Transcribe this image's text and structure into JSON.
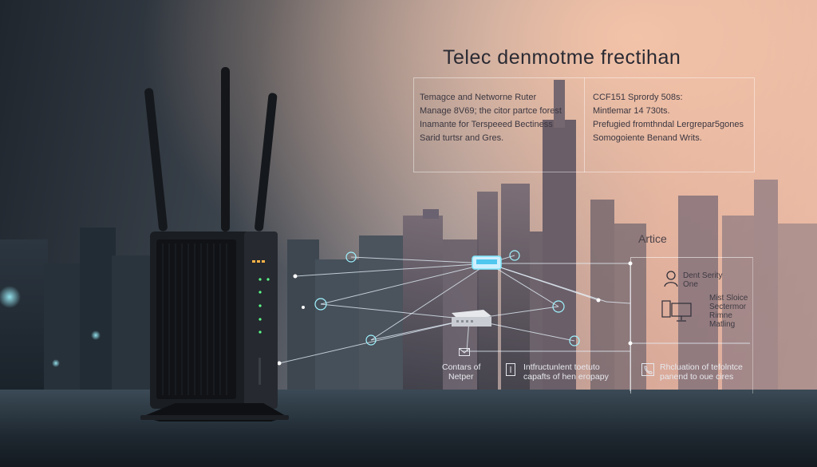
{
  "colors": {
    "accent_glow": "#7fe8ff",
    "led_orange": "#ffb347",
    "led_green": "#5cff8a"
  },
  "overlay": {
    "title": "Telec denmotme frectihan",
    "box_left": [
      "Temagce and Networne Ruter",
      "Manage 8V69; the citor partce forest",
      "Inamante for Terspeeed Bectiness",
      "Sarid turtsr and Gres."
    ],
    "box_right": [
      "CCF151 Sprordy 508s:",
      "Mintlemar 14 730ts.",
      "Prefugied fromthndal Lergrepar5gones",
      "Somogoiente Benand Writs."
    ],
    "article_label": "Artice",
    "right_items": [
      {
        "icon": "person-icon",
        "lines": [
          "Dent Serity",
          "One"
        ]
      },
      {
        "icon": "monitor-icon",
        "lines": [
          "Mist Sloice",
          "Sectermor",
          "Rimne",
          "Matling"
        ]
      }
    ],
    "captions": [
      {
        "icon": "mail-icon",
        "lines": [
          "Contars of",
          "Netper"
        ]
      },
      {
        "icon": "document-icon",
        "lines": [
          "Intfructunlent toetuto",
          "capafts of hen eropapy"
        ]
      },
      {
        "icon": "phone-icon",
        "lines": [
          "Rhcluation of tefolntce",
          "panend to oue cires"
        ]
      }
    ]
  }
}
